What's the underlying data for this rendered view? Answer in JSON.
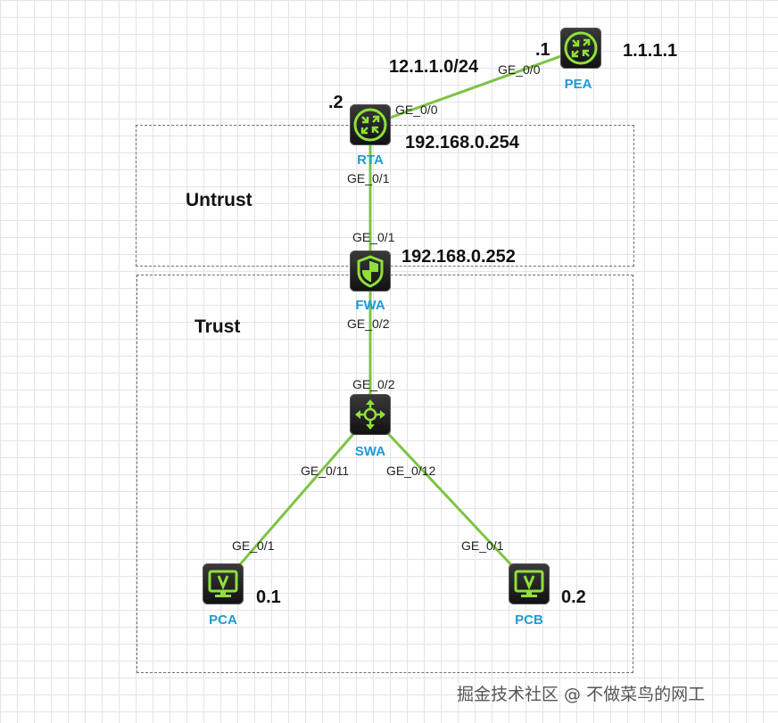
{
  "zones": {
    "untrust": "Untrust",
    "trust": "Trust"
  },
  "devices": {
    "pea": "PEA",
    "rta": "RTA",
    "fwa": "FWA",
    "swa": "SWA",
    "pca": "PCA",
    "pcb": "PCB"
  },
  "ports": {
    "pea_ge0": "GE_0/0",
    "rta_ge0": "GE_0/0",
    "rta_ge1": "GE_0/1",
    "fwa_ge1": "GE_0/1",
    "fwa_ge2": "GE_0/2",
    "swa_ge2": "GE_0/2",
    "swa_ge11": "GE_0/11",
    "swa_ge12": "GE_0/12",
    "pca_ge1": "GE_0/1",
    "pcb_ge1": "GE_0/1"
  },
  "addresses": {
    "link_subnet": "12.1.1.0/24",
    "pea_host": ".1",
    "pea_loopback": "1.1.1.1",
    "rta_host": ".2",
    "rta_lan": "192.168.0.254",
    "fwa_lan": "192.168.0.252",
    "pca_host": "0.1",
    "pcb_host": "0.2"
  },
  "icons": {
    "router": "router-icon",
    "firewall": "firewall-icon",
    "switch": "switch-icon",
    "pc": "pc-monitor-icon"
  },
  "colors": {
    "link": "#7dc443",
    "device_glyph": "#8fe03a",
    "device_label": "#1e9ad6",
    "zone_border": "#6e6e6e"
  },
  "watermark": "掘金技术社区 @ 不做菜鸟的网工"
}
